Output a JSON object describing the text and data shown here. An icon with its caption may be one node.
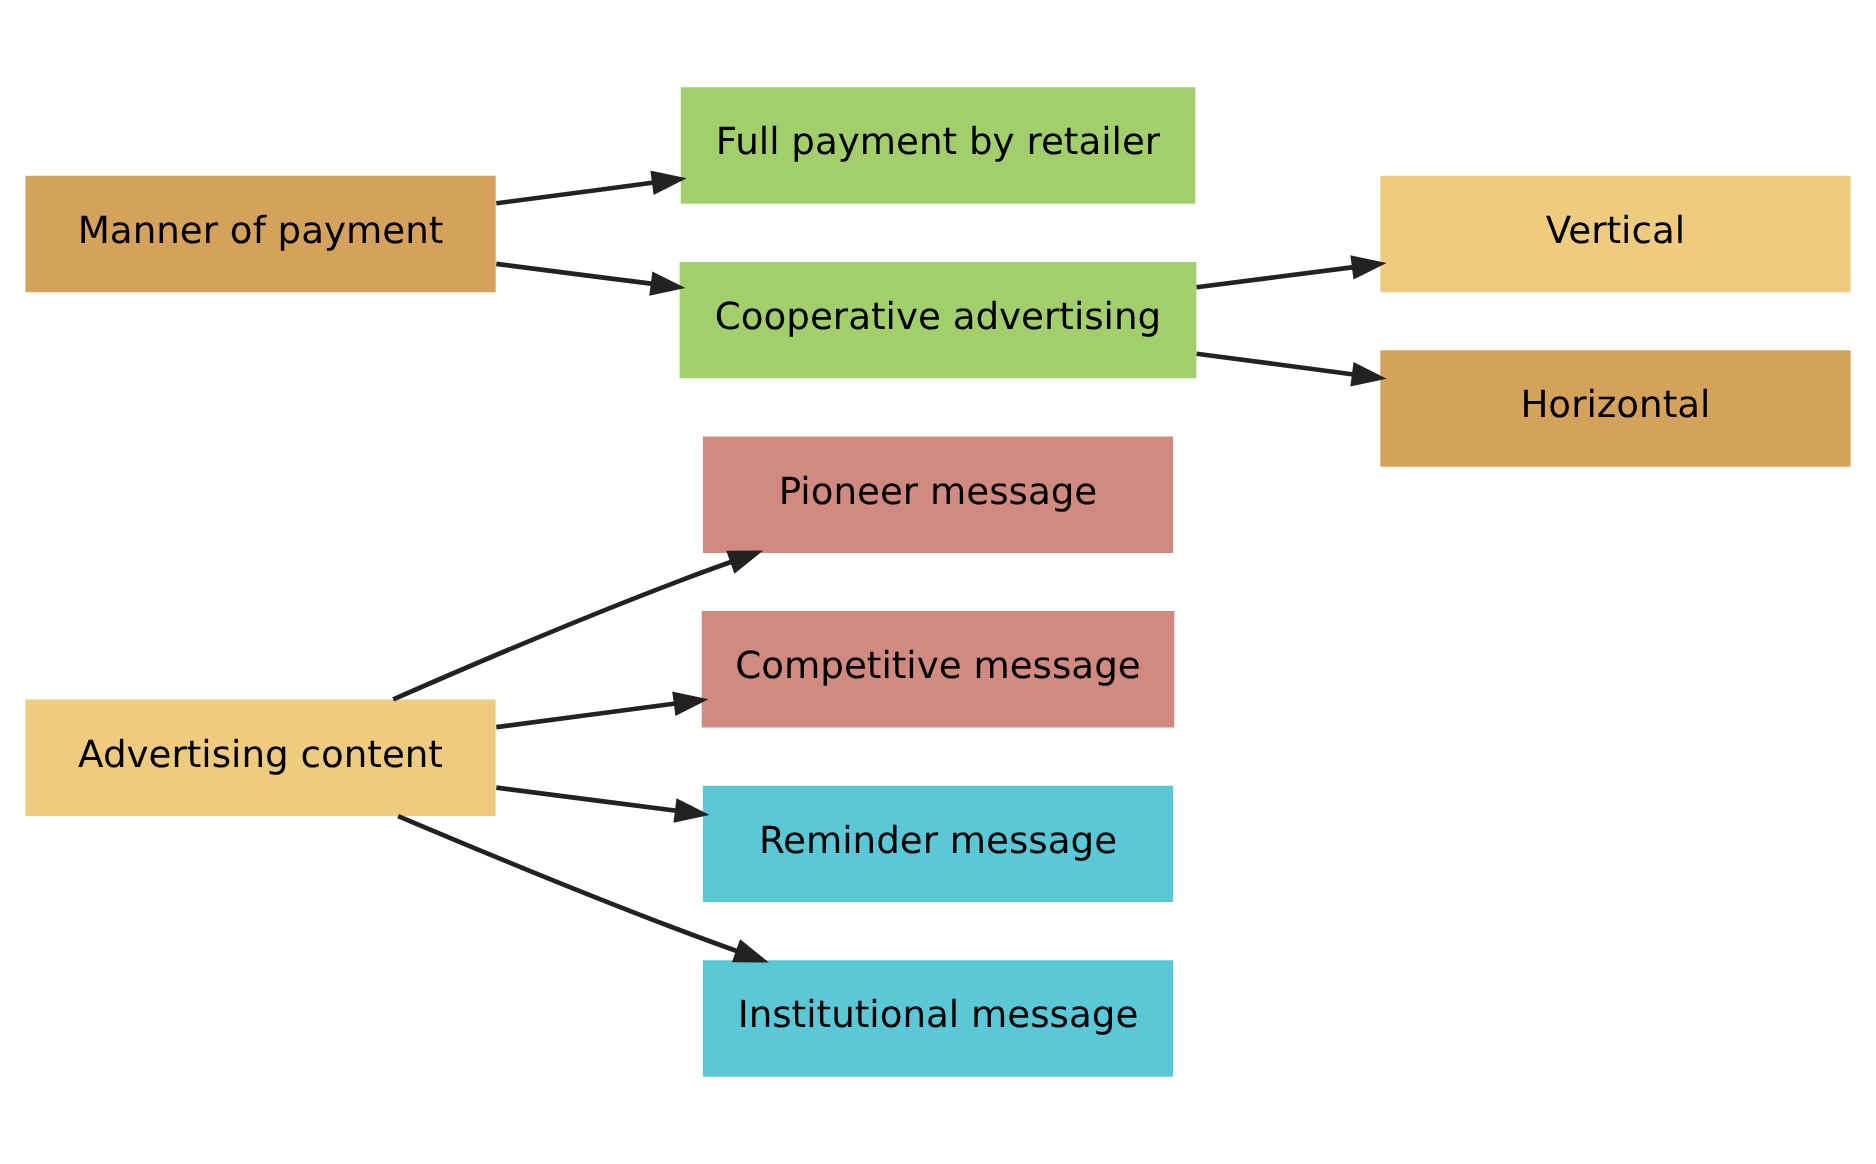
{
  "diagram": {
    "nodes": [
      {
        "text": [
          "Advertising content"
        ]
      },
      {
        "text": [
          "Pioneer message"
        ]
      },
      {
        "text": [
          "Competitive message"
        ]
      },
      {
        "text": [
          "Reminder message"
        ]
      },
      {
        "text": [
          "Institutional message"
        ]
      },
      {
        "text": [
          "Manner of payment"
        ]
      },
      {
        "text": [
          "Full payment by retailer"
        ]
      },
      {
        "text": [
          "Cooperative advertising"
        ]
      },
      {
        "text": [
          "Vertical"
        ]
      },
      {
        "text": [
          "Horizontal"
        ]
      }
    ],
    "edges": [
      {
        "from": 0,
        "to": 1,
        "arrow": "to"
      },
      {
        "from": 0,
        "to": 2,
        "arrow": "to"
      },
      {
        "from": 0,
        "to": 3,
        "arrow": "to"
      },
      {
        "from": 0,
        "to": 4,
        "arrow": "to"
      },
      {
        "from": 5,
        "to": 6,
        "arrow": "to"
      },
      {
        "from": 5,
        "to": 7,
        "arrow": "to"
      },
      {
        "from": 7,
        "to": 8,
        "arrow": "to"
      },
      {
        "from": 7,
        "to": 9,
        "arrow": "to"
      }
    ]
  }
}
